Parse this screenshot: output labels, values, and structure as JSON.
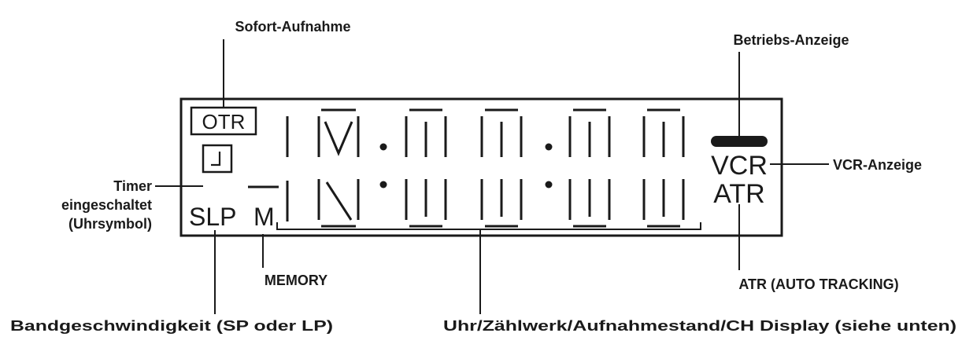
{
  "callouts": {
    "otr": "Sofort-Aufnahme",
    "betrieb": "Betriebs-Anzeige",
    "timer_line1": "Timer",
    "timer_line2": "eingeschaltet",
    "timer_line3": "(Uhrsymbol)",
    "vcr": "VCR-Anzeige",
    "memory": "MEMORY",
    "atr": "ATR (AUTO TRACKING)",
    "tape_speed": "Bandgeschwindigkeit (SP oder LP)",
    "clock_display": "Uhr/Zählwerk/Aufnahmestand/CH Display (siehe unten)"
  },
  "display": {
    "otr": "OTR",
    "slp": "SLP",
    "memory_indicator": "M",
    "vcr": "VCR",
    "atr": "ATR"
  }
}
